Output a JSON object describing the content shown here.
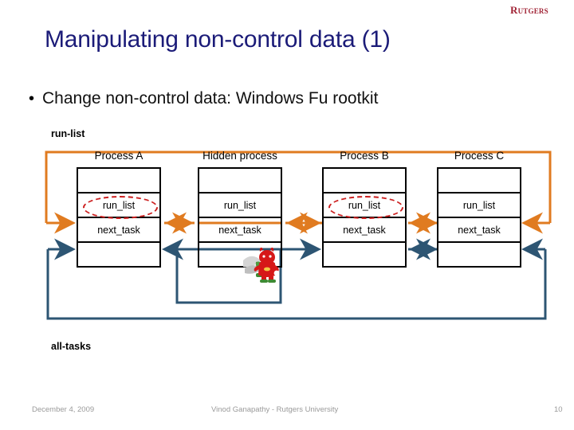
{
  "header": {
    "logo_text": "Rutgers",
    "title": "Manipulating non-control data (1)"
  },
  "bullets": [
    {
      "marker": "•",
      "text": "Change non-control data: Windows Fu rootkit"
    }
  ],
  "labels": {
    "run_list_label": "run-list",
    "all_tasks_label": "all-tasks"
  },
  "diagram": {
    "type": "linked-list-manipulation",
    "processes": [
      {
        "title": "Process A",
        "cells": [
          "",
          "run_list",
          "next_task",
          ""
        ],
        "highlight_cell": 1,
        "has_devil": false
      },
      {
        "title": "Hidden process",
        "cells": [
          "",
          "run_list",
          "next_task",
          ""
        ],
        "highlight_cell": -1,
        "has_devil": true
      },
      {
        "title": "Process B",
        "cells": [
          "",
          "run_list",
          "next_task",
          ""
        ],
        "highlight_cell": 1,
        "has_devil": false
      },
      {
        "title": "Process C",
        "cells": [
          "",
          "run_list",
          "next_task",
          ""
        ],
        "highlight_cell": -1,
        "has_devil": false
      }
    ],
    "links": {
      "run_list_chain_color": "#e07b20",
      "all_tasks_chain_color": "#2d5573",
      "highlight_color": "#cc1f1f"
    }
  },
  "footer": {
    "date": "December 4, 2009",
    "author": "Vinod Ganapathy - Rutgers University",
    "page_number": "10"
  },
  "colors": {
    "title_blue": "#1b1b78",
    "logo_crimson": "#a02335",
    "orange": "#e07b20",
    "steel_blue": "#2d5573",
    "red_dashed": "#cc1f1f"
  }
}
